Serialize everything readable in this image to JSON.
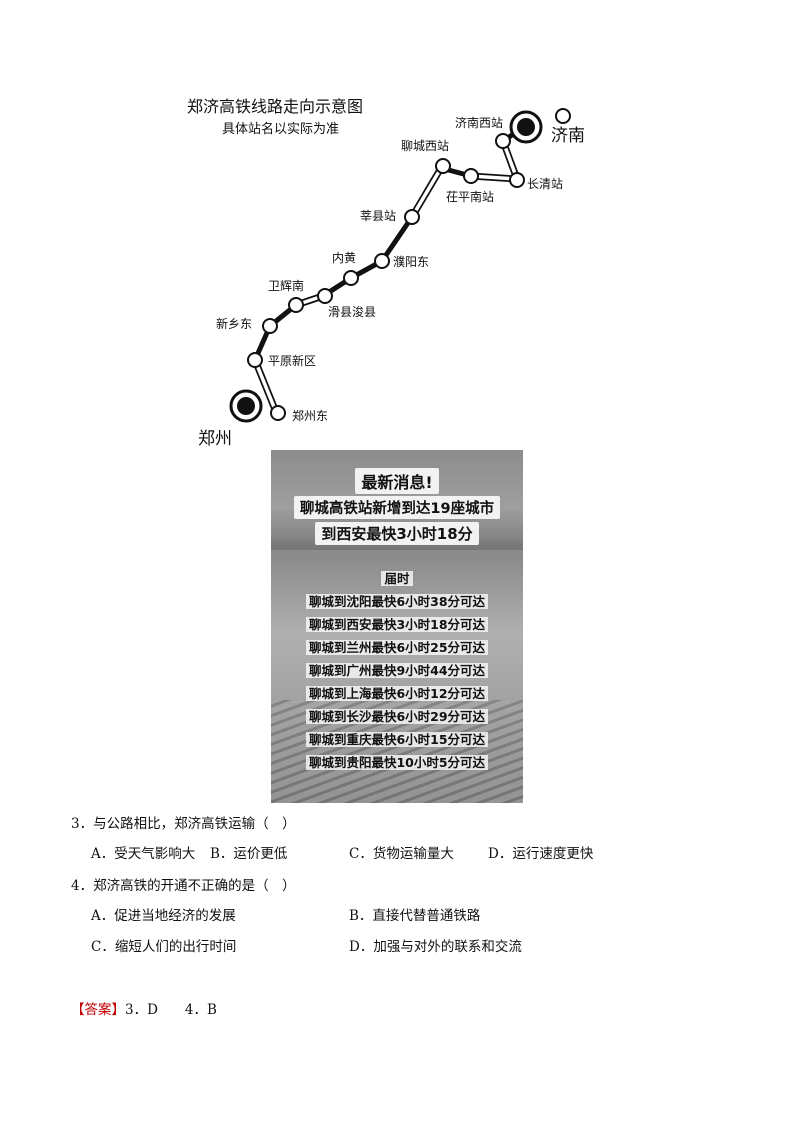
{
  "map": {
    "title": "郑济高铁线路走向示意图",
    "subtitle": "具体站名以实际为准",
    "city_jinan": "济南",
    "city_zhengzhou": "郑州",
    "stations": {
      "jinan_west": "济南西站",
      "liaocheng_west": "聊城西站",
      "chiping_south": "茌平南站",
      "changqing": "长清站",
      "shenxian": "莘县站",
      "puyang_east": "濮阳东",
      "neihuang": "内黄",
      "weihui_south": "卫辉南",
      "huaxian_junxian": "滑县浚县",
      "xinxiang_east": "新乡东",
      "pingyuan_new": "平原新区",
      "zhengzhou_east": "郑州东"
    }
  },
  "news": {
    "headline": "最新消息!",
    "subhead": "聊城高铁站新增到达19座城市",
    "subhead2": "到西安最快3小时18分",
    "intro": "届时",
    "routes": [
      "聊城到沈阳最快6小时38分可达",
      "聊城到西安最快3小时18分可达",
      "聊城到兰州最快6小时25分可达",
      "聊城到广州最快9小时44分可达",
      "聊城到上海最快6小时12分可达",
      "聊城到长沙最快6小时29分可达",
      "聊城到重庆最快6小时15分可达",
      "聊城到贵阳最快10小时5分可达"
    ]
  },
  "questions": {
    "q3": {
      "stem": "3．与公路相比，郑济高铁运输（　）",
      "a": "A．受天气影响大",
      "b": "B．运价更低",
      "c": "C．货物运输量大",
      "d": "D．运行速度更快"
    },
    "q4": {
      "stem": "4．郑济高铁的开通不正确的是（　）",
      "a": "A．促进当地经济的发展",
      "b": "B．直接代替普通铁路",
      "c": "C．缩短人们的出行时间",
      "d": "D．加强与对外的联系和交流"
    }
  },
  "answer": {
    "tag": "【答案】",
    "text": "3．D　　4．B"
  }
}
